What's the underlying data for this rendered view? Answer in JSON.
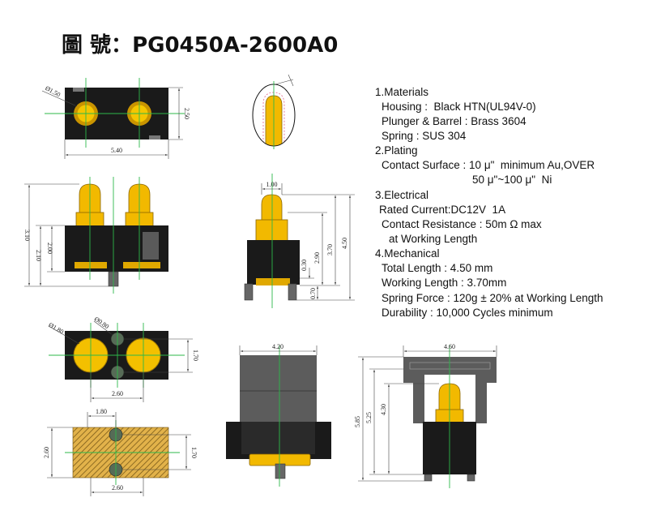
{
  "title": {
    "label": "圖 號：",
    "part_number": "PG0450A-2600A0"
  },
  "specs": {
    "materials": {
      "heading": "1.Materials",
      "housing": "Housing :  Black HTN(UL94V-0)",
      "plunger": "Plunger & Barrel : Brass 3604",
      "spring": "Spring : SUS 304"
    },
    "plating": {
      "heading": "2.Plating",
      "contact_surface": "Contact Surface : 10 μ\"  minimum Au,OVER",
      "nickel": "50 μ\"~100 μ\"  Ni"
    },
    "electrical": {
      "heading": "3.Electrical",
      "rated_current": "Rated Current:DC12V  1A",
      "contact_resistance": "Contact Resistance : 50m Ω max",
      "resistance_condition": "at Working Length"
    },
    "mechanical": {
      "heading": "4.Mechanical",
      "total_length": "Total Length : 4.50 mm",
      "working_length": "Working Length : 3.70mm",
      "spring_force": "Spring Force : 120g ± 20% at Working Length",
      "durability": "Durability : 10,000 Cycles minimum"
    }
  },
  "dimensions": {
    "end_view": {
      "plunger_diameter": "Ø1.50",
      "height": "2.50",
      "width": "5.40"
    },
    "side_view_front": {
      "total_height": "3.10",
      "height_a": "2.10",
      "height_b": "2.00"
    },
    "side_view_profile": {
      "tip_width": "1.00",
      "total_length": "4.50",
      "working_length": "3.70",
      "length_a": "2.90",
      "length_b": "0.30",
      "length_c": "0.70"
    },
    "top_view": {
      "large_diameter": "Ø1.80",
      "small_diameter": "Ø0.80",
      "row_spacing": "1.70",
      "pitch": "2.60"
    },
    "footprint": {
      "offset": "1.80",
      "height": "2.60",
      "row_spacing": "1.70",
      "pitch": "2.60"
    },
    "mated_front": {
      "width": "4.20"
    },
    "mated_profile": {
      "width": "4.60",
      "overall": "5.85",
      "length_a": "5.25",
      "length_b": "4.30"
    }
  },
  "colors": {
    "housing": "#1a1a1a",
    "plunger": "#f2b900",
    "centerline": "#2db84a",
    "frame": "#5c5c5c"
  }
}
